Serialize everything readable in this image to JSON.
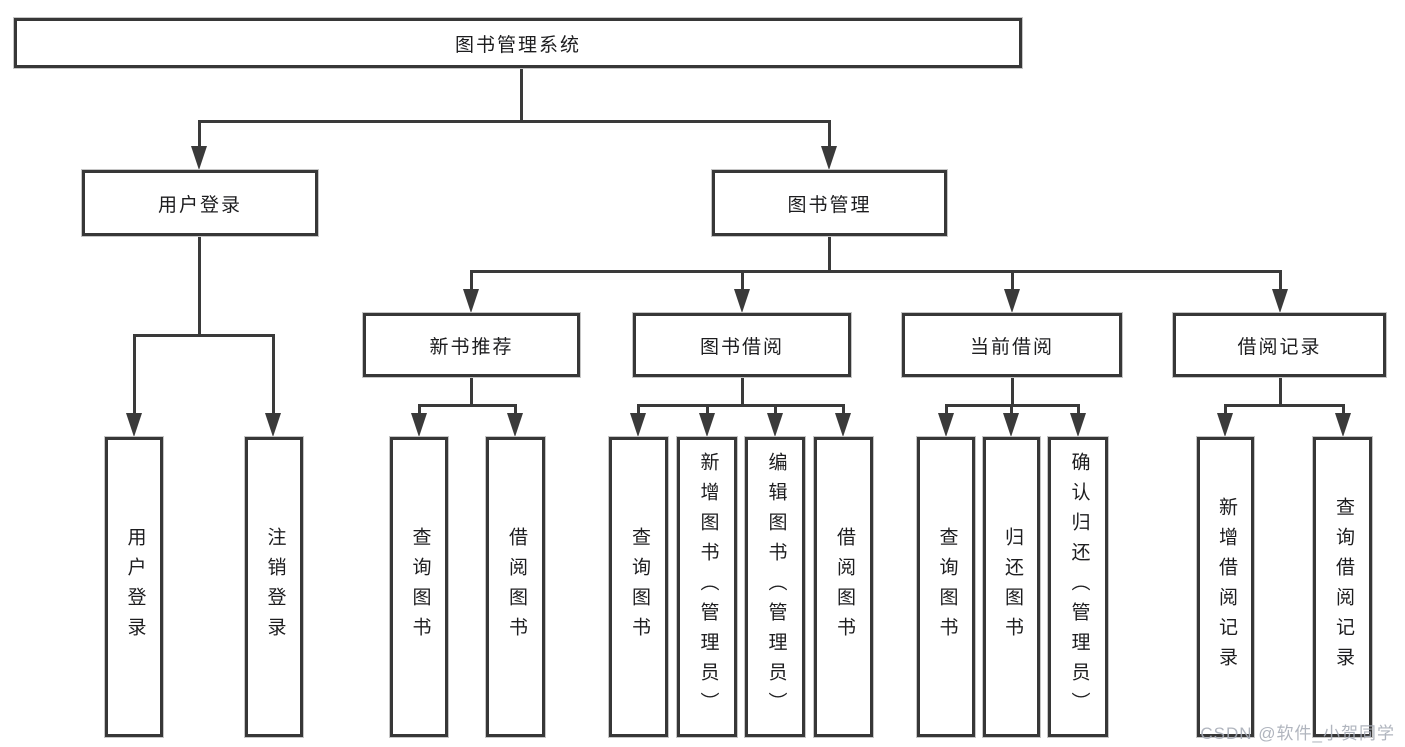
{
  "tree": {
    "root": "图书管理系统",
    "children": [
      {
        "label": "用户登录",
        "children": [
          "用户登录",
          "注销登录"
        ]
      },
      {
        "label": "图书管理",
        "children": [
          {
            "label": "新书推荐",
            "children": [
              "查询图书",
              "借阅图书"
            ]
          },
          {
            "label": "图书借阅",
            "children": [
              "查询图书",
              "新增图书（管理员）",
              "编辑图书（管理员）",
              "借阅图书"
            ]
          },
          {
            "label": "当前借阅",
            "children": [
              "查询图书",
              "归还图书",
              "确认归还（管理员）"
            ]
          },
          {
            "label": "借阅记录",
            "children": [
              "新增借阅记录",
              "查询借阅记录"
            ]
          }
        ]
      }
    ]
  },
  "watermark": "CSDN @软件_小贺同学",
  "colors": {
    "line": "#3a3a3a",
    "box_border": "#373737",
    "text": "#1d1d1f",
    "watermark": "#a8adb8",
    "background": "#ffffff"
  }
}
